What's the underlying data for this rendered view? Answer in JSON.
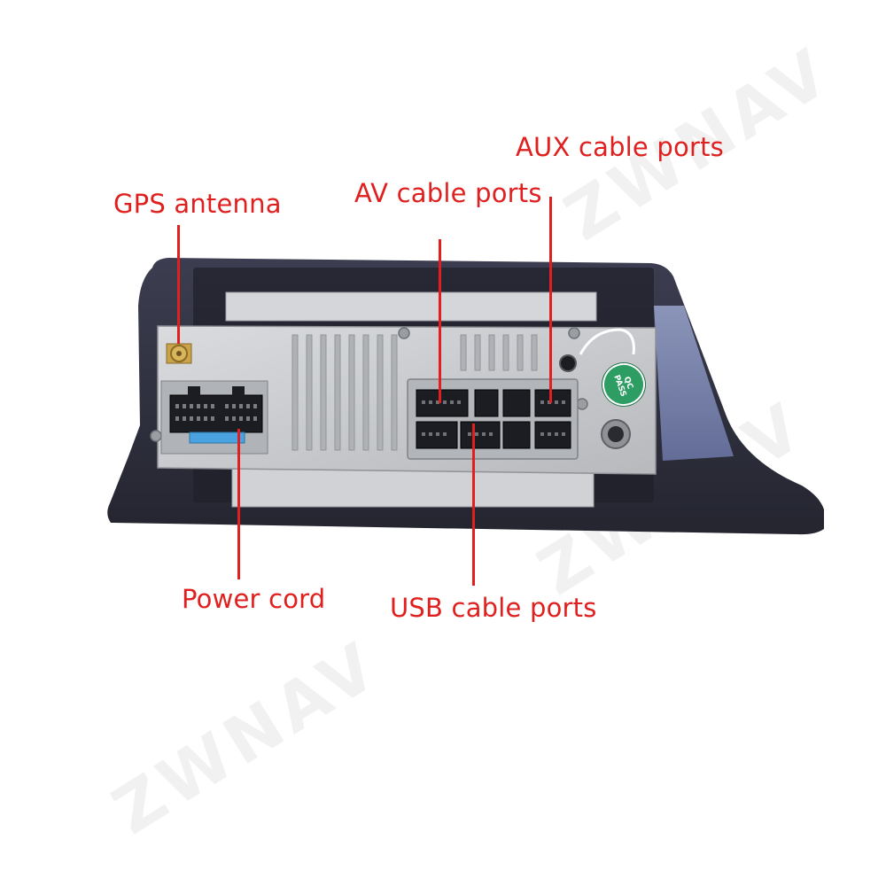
{
  "labels": {
    "gps": "GPS antenna",
    "av": "AV cable ports",
    "aux": "AUX cable ports",
    "power": "Power cord",
    "usb": "USB cable ports"
  },
  "watermark": "ZWNAV",
  "sticker": "QC PASS",
  "colors": {
    "label_red": "#e0201f",
    "bezel": "#2f3040",
    "chassis": "#c6c8cc",
    "sticker_green": "#2e9d63",
    "fuse_blue": "#4aa3e0"
  }
}
